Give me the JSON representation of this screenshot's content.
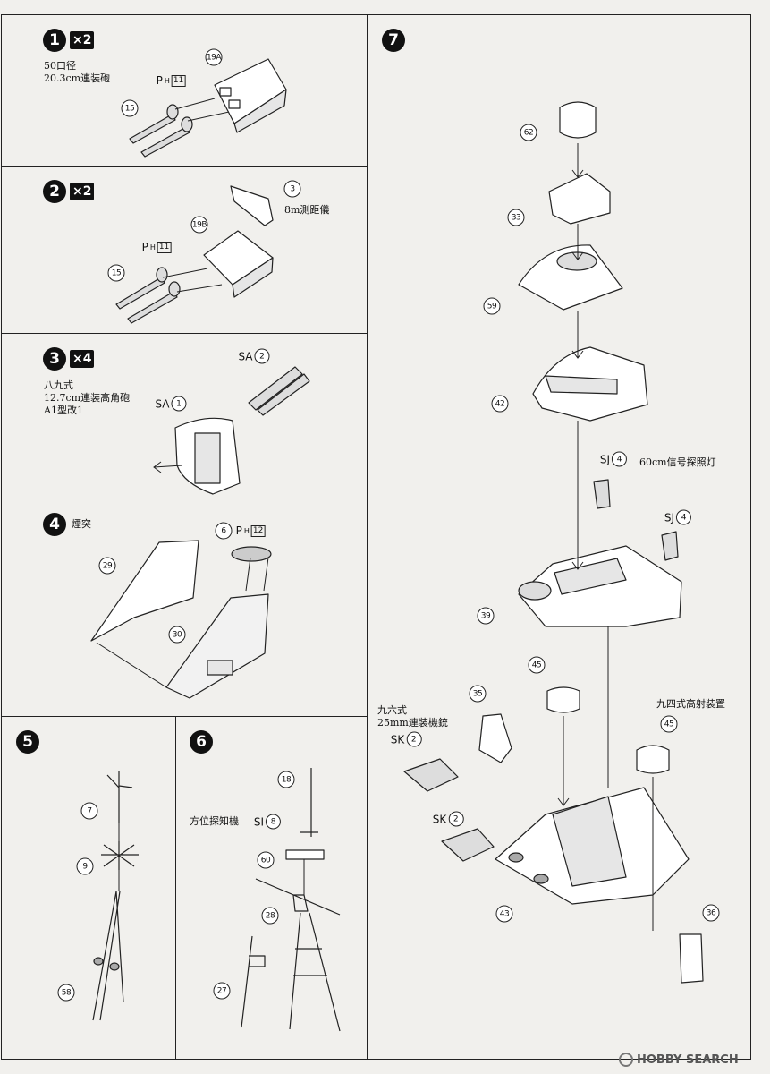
{
  "steps": [
    {
      "num": "1",
      "mult": "×2",
      "notes": "50口径\n20.3cm連装砲"
    },
    {
      "num": "2",
      "mult": "×2",
      "notes": "8m測距儀"
    },
    {
      "num": "3",
      "mult": "×4",
      "notes": "八九式\n12.7cm連装高角砲\nA1型改1"
    },
    {
      "num": "4",
      "mult": "",
      "notes": "煙突"
    },
    {
      "num": "5",
      "mult": "",
      "notes": ""
    },
    {
      "num": "6",
      "mult": "",
      "notes": "方位探知機"
    },
    {
      "num": "7",
      "mult": "",
      "notes": "60cm信号探照灯"
    }
  ],
  "notes7": {
    "type96": "九六式\n25mm連装機銃",
    "type94": "九四式高射装置"
  },
  "tags": {
    "ph11": {
      "pre": "P",
      "sub": "H",
      "num": "11"
    },
    "ph12": {
      "pre": "P",
      "sub": "H",
      "num": "12"
    },
    "sa2": {
      "pre": "SA",
      "num": "2"
    },
    "sa1": {
      "pre": "SA",
      "num": "1"
    },
    "sj4": {
      "pre": "SJ",
      "num": "4"
    },
    "sk2": {
      "pre": "SK",
      "num": "2"
    },
    "si8": {
      "pre": "SI",
      "num": "8"
    }
  },
  "parts": {
    "p19a": "19A",
    "p15": "15",
    "p3": "3",
    "p19b": "19B",
    "p6": "6",
    "p29": "29",
    "p30": "30",
    "p7": "7",
    "p9": "9",
    "p58": "58",
    "p18": "18",
    "p60": "60",
    "p28": "28",
    "p27": "27",
    "p62": "62",
    "p33": "33",
    "p59": "59",
    "p42": "42",
    "p39": "39",
    "p45": "45",
    "p35": "35",
    "p43": "43",
    "p36": "36"
  },
  "watermark": "HOBBY SEARCH"
}
